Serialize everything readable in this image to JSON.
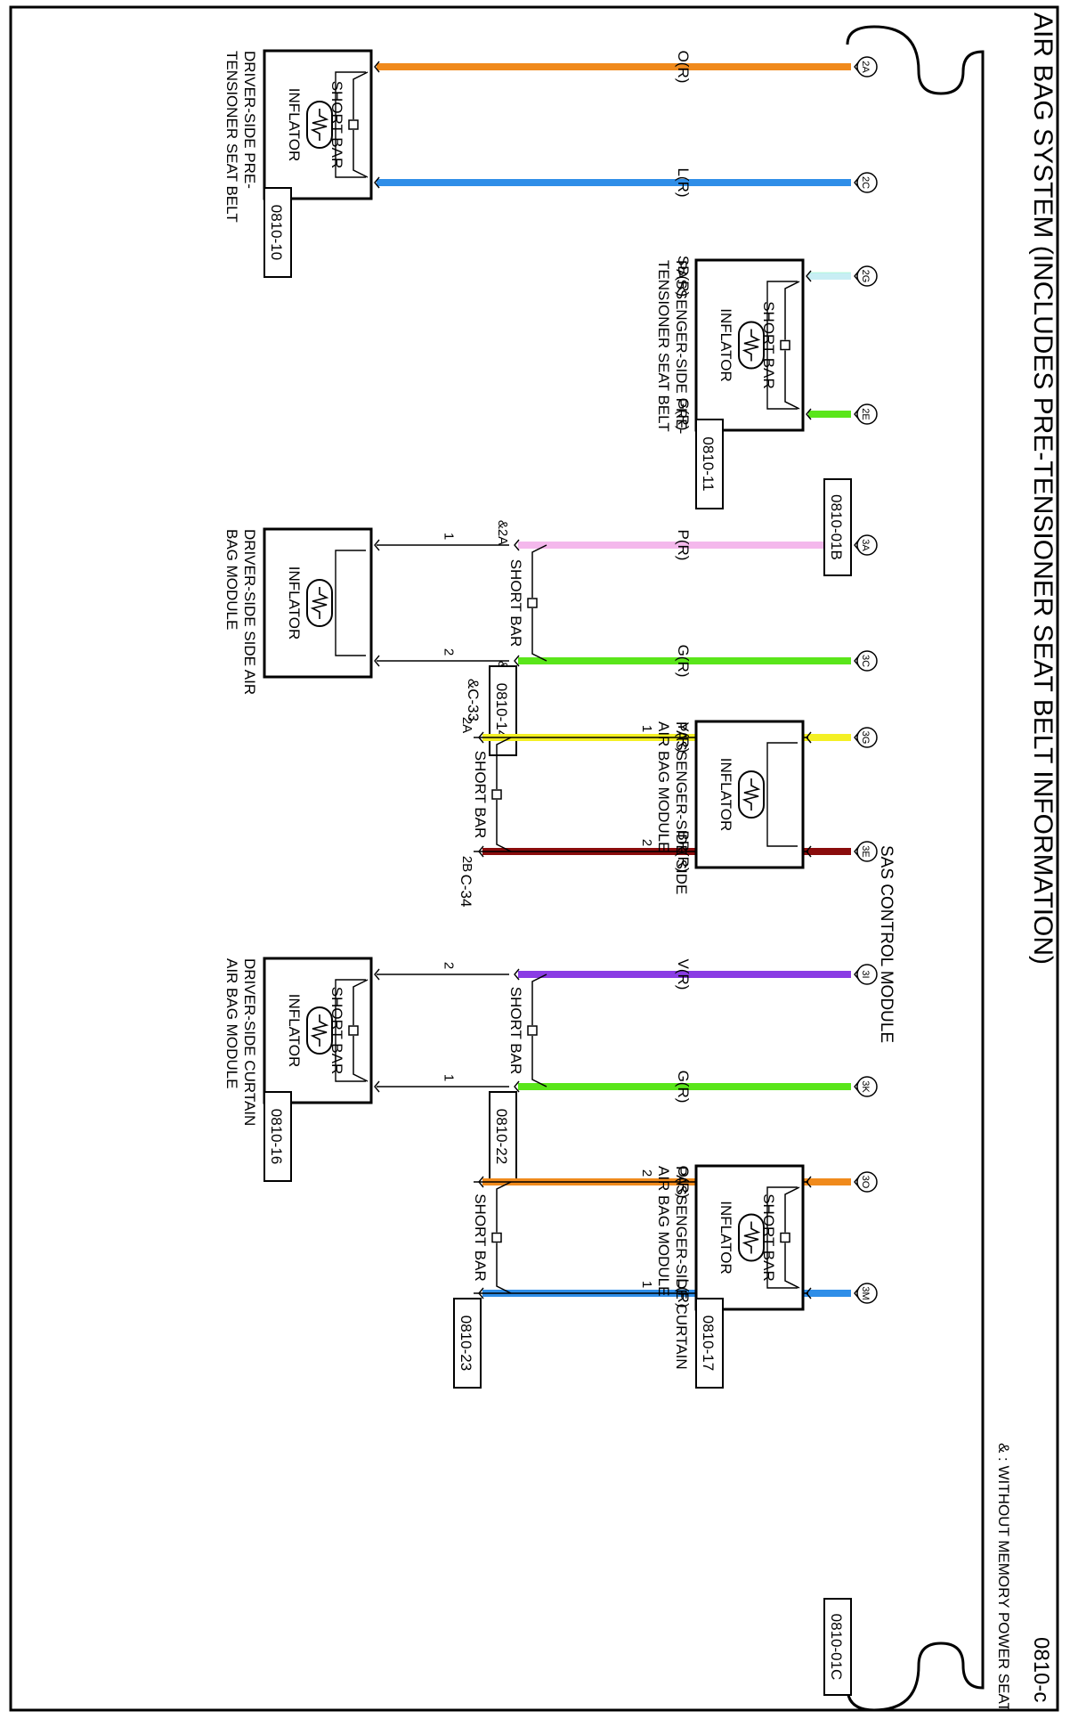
{
  "page": {
    "title": "AIR BAG SYSTEM (INCLUDES PRE-TENSIONER SEAT BELT INFORMATION)",
    "page_code": "0810-c",
    "footnote": "& : WITHOUT MEMORY POWER SEAT",
    "control_module": "SAS CONTROL MODULE"
  },
  "wire_colors": {
    "O": "#f08a1c",
    "L": "#2f8ee8",
    "SB": "#c8eef4",
    "G": "#5ae61a",
    "P": "#f4b8ec",
    "Y": "#f4f024",
    "BR": "#8a0c0c",
    "V": "#8a3ce4"
  },
  "connectors": {
    "c1": "0810-01B",
    "c2": "0810-01C"
  },
  "circuits": [
    {
      "id": "c1",
      "pins": [
        {
          "terminal": "2A",
          "label": "O(R)",
          "color": "O"
        },
        {
          "terminal": "2C",
          "label": "L(R)",
          "color": "L"
        }
      ],
      "component": {
        "lines": [
          "DRIVER-SIDE PRE-",
          "TENSIONER SEAT BELT"
        ],
        "inflator": "INFLATOR",
        "short_bar": "SHORT BAR"
      },
      "connector": "0810-10"
    },
    {
      "id": "c2",
      "pins": [
        {
          "terminal": "2G",
          "label": "SB(R)",
          "color": "SB"
        },
        {
          "terminal": "2E",
          "label": "G(R)",
          "color": "G"
        }
      ],
      "component": {
        "lines": [
          "PASSENGER-SIDE PRE-",
          "TENSIONER SEAT BELT"
        ],
        "inflator": "INFLATOR",
        "short_bar": "SHORT BAR"
      },
      "connector": "0810-11"
    },
    {
      "id": "c3",
      "pins": [
        {
          "terminal": "3A",
          "label": "P(R)",
          "color": "P",
          "mid_pin": "&2A",
          "comp_pin": "1"
        },
        {
          "terminal": "3C",
          "label": "G(R)",
          "color": "G",
          "mid_pin": "&2B",
          "comp_pin": "2"
        }
      ],
      "mid_connector": "0810-14",
      "mid_connector_note": "&C-33",
      "mid_short_bar": "SHORT BAR",
      "component": {
        "lines": [
          "DRIVER-SIDE SIDE AIR",
          "BAG MODULE"
        ],
        "inflator": "INFLATOR"
      }
    },
    {
      "id": "c4",
      "pins": [
        {
          "terminal": "3G",
          "label": "Y(R)",
          "color": "Y",
          "mid_pin": "2A",
          "comp_pin": "1"
        },
        {
          "terminal": "3E",
          "label": "BR(R)",
          "color": "BR",
          "mid_pin": "2B",
          "comp_pin": "2"
        }
      ],
      "mid_connector_note": "C-34",
      "mid_short_bar": "SHORT BAR",
      "component": {
        "lines": [
          "PASSENGER-SIDE SIDE",
          "AIR BAG MODULE"
        ],
        "inflator": "INFLATOR"
      }
    },
    {
      "id": "c5",
      "pins": [
        {
          "terminal": "3I",
          "label": "V(R)",
          "color": "V",
          "comp_pin": "2"
        },
        {
          "terminal": "3K",
          "label": "G(R)",
          "color": "G",
          "comp_pin": "1"
        }
      ],
      "mid_connector": "0810-22",
      "mid_short_bar": "SHORT BAR",
      "component": {
        "lines": [
          "DRIVER-SIDE CURTAIN",
          "AIR BAG MODULE"
        ],
        "inflator": "INFLATOR",
        "short_bar": "SHORT BAR"
      },
      "connector": "0810-16"
    },
    {
      "id": "c6",
      "pins": [
        {
          "terminal": "3O",
          "label": "O(R)",
          "color": "O",
          "comp_pin": "2"
        },
        {
          "terminal": "3M",
          "label": "L(R)",
          "color": "L",
          "comp_pin": "1"
        }
      ],
      "mid_connector": "0810-23",
      "mid_short_bar": "SHORT BAR",
      "component": {
        "lines": [
          "PASSENGER-SIDE CURTAIN",
          "AIR BAG MODULE"
        ],
        "inflator": "INFLATOR",
        "short_bar": "SHORT BAR"
      },
      "connector": "0810-17"
    }
  ]
}
